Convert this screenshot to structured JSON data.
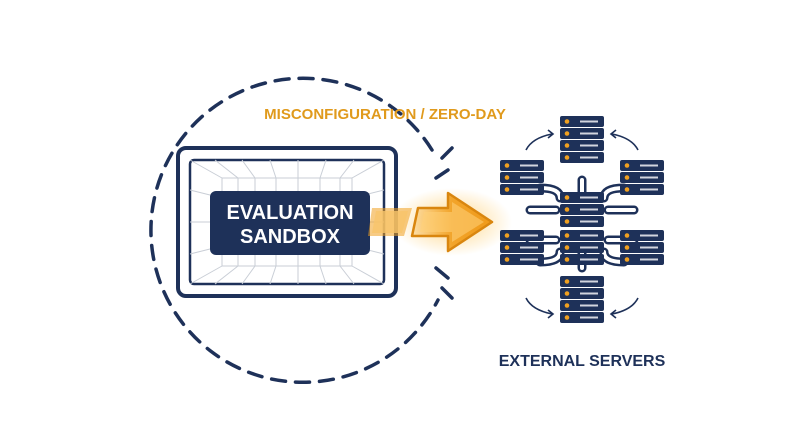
{
  "diagram": {
    "warning_label": "MISCONFIGURATION / ZERO-DAY",
    "sandbox": {
      "label_line1": "EVALUATION",
      "label_line2": "SANDBOX"
    },
    "servers_label": "EXTERNAL SERVERS"
  },
  "colors": {
    "navy": "#1e3159",
    "orange": "#f0a020",
    "orange_dark": "#d9860f",
    "label_orange": "#e09a1c",
    "grid": "#c9ced6",
    "white": "#ffffff"
  },
  "icons": [
    "dashed-boundary-circle",
    "sandbox-box",
    "escape-arrow-icon",
    "server-rack-icon",
    "bidirectional-arrow-icon"
  ]
}
